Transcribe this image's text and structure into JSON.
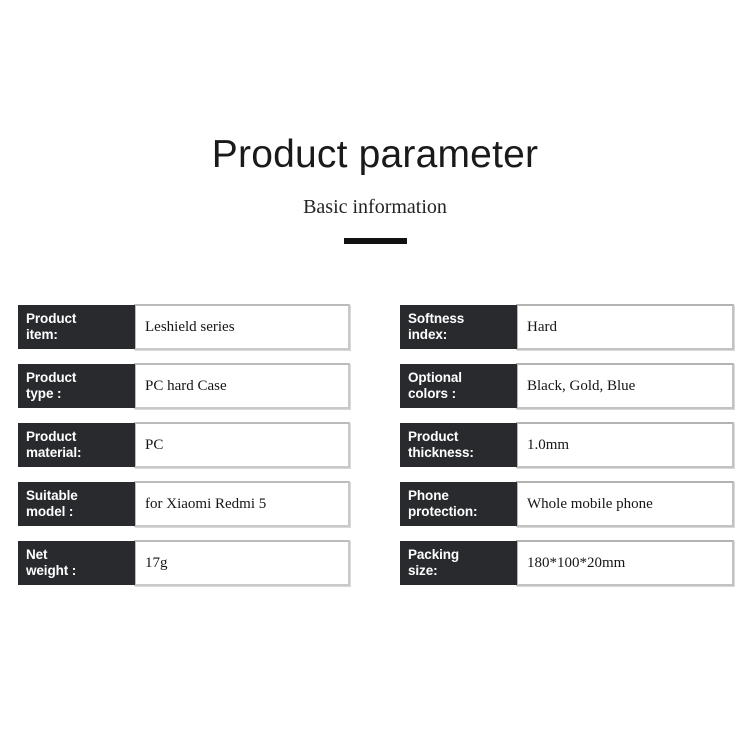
{
  "header": {
    "title": "Product parameter",
    "subtitle": "Basic information"
  },
  "spec_table": {
    "left_column": [
      {
        "label_line1": "Product",
        "label_line2": "item:",
        "value": "Leshield series"
      },
      {
        "label_line1": "Product",
        "label_line2": "type :",
        "value": "PC hard Case"
      },
      {
        "label_line1": "Product",
        "label_line2": "material:",
        "value": "PC"
      },
      {
        "label_line1": "Suitable",
        "label_line2": "model :",
        "value": "for Xiaomi Redmi 5"
      },
      {
        "label_line1": "Net",
        "label_line2": "weight :",
        "value": "17g"
      }
    ],
    "right_column": [
      {
        "label_line1": "Softness",
        "label_line2": "index:",
        "value": "Hard"
      },
      {
        "label_line1": "Optional",
        "label_line2": "colors :",
        "value": "Black, Gold, Blue"
      },
      {
        "label_line1": "Product",
        "label_line2": "thickness:",
        "value": "1.0mm"
      },
      {
        "label_line1": "Phone",
        "label_line2": "protection:",
        "value": "Whole mobile phone"
      },
      {
        "label_line1": "Packing",
        "label_line2": "size:",
        "value": "180*100*20mm"
      }
    ]
  },
  "colors": {
    "label_background": "#282a2e",
    "label_text": "#ffffff",
    "value_border": "#bcbcbc",
    "page_background": "#ffffff",
    "accent_bar": "#111111"
  }
}
